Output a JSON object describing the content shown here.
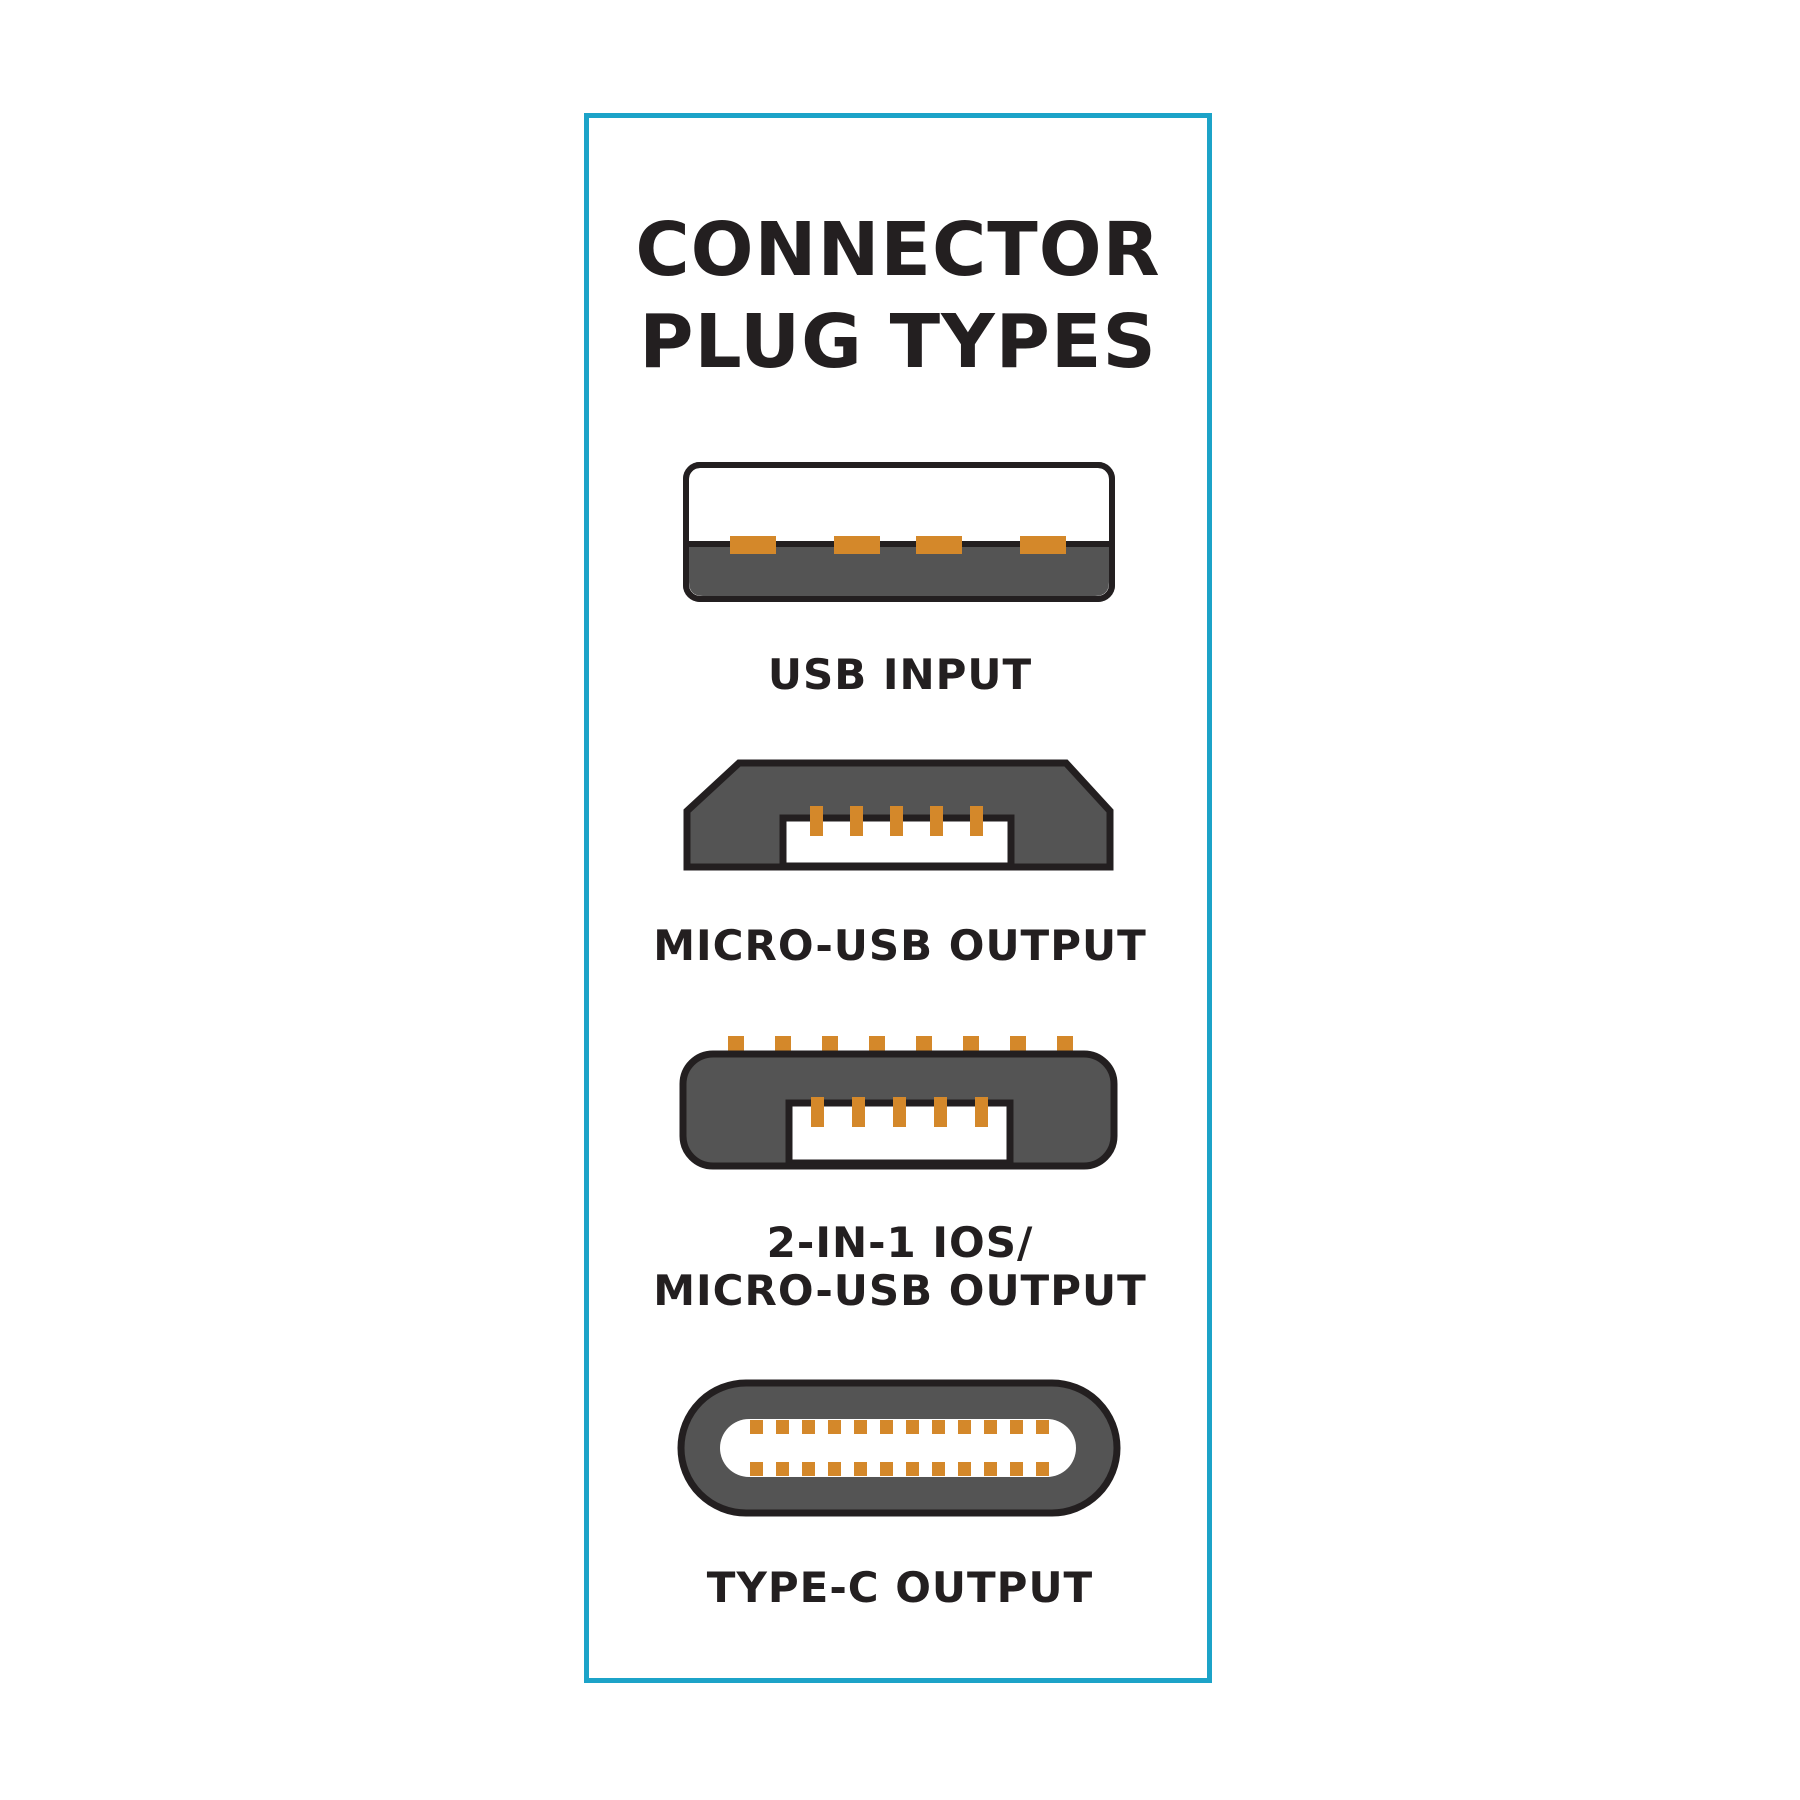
{
  "title": {
    "line1": "CONNECTOR",
    "line2": "PLUG TYPES"
  },
  "connectors": [
    {
      "icon": "usb-a-plug-icon",
      "label_lines": [
        "USB INPUT"
      ]
    },
    {
      "icon": "micro-usb-plug-icon",
      "label_lines": [
        "MICRO-USB OUTPUT"
      ]
    },
    {
      "icon": "two-in-one-ios-micro-usb-plug-icon",
      "label_lines": [
        "2-IN-1 IOS/",
        "MICRO-USB OUTPUT"
      ]
    },
    {
      "icon": "usb-type-c-plug-icon",
      "label_lines": [
        "TYPE-C OUTPUT"
      ]
    }
  ],
  "colors": {
    "frame": "#1ca3c8",
    "outline": "#231f20",
    "body_gray": "#545454",
    "pin_gold": "#d4882a",
    "text": "#231f20",
    "background": "#ffffff"
  }
}
